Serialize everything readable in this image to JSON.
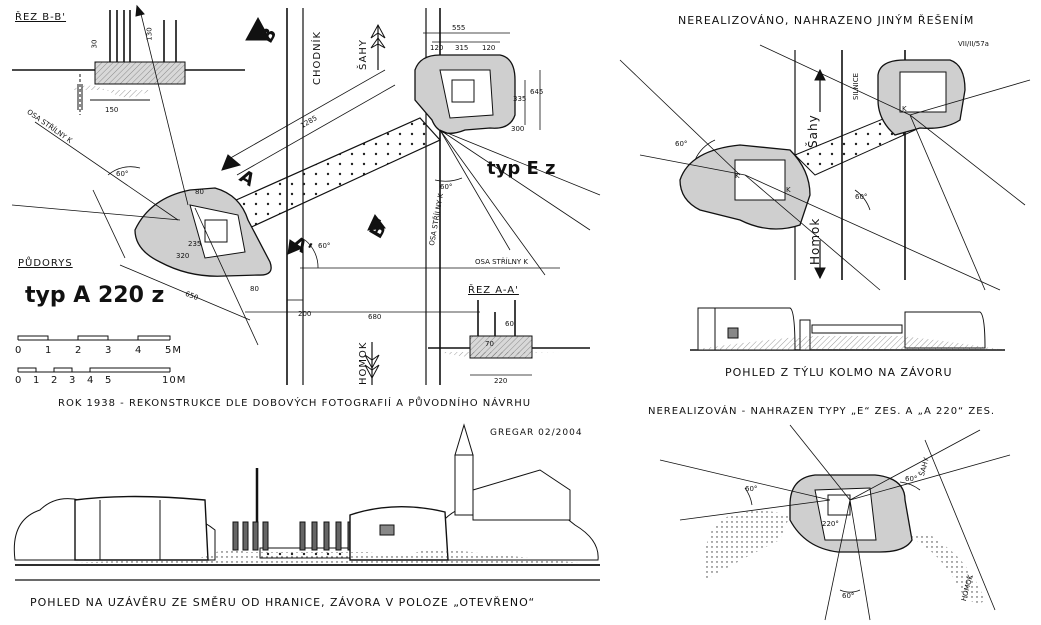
{
  "top_left": {
    "section_bb": "ŘEZ B-B'",
    "plan_label": "PŮDORYS",
    "type_a": "typ A 220 z",
    "type_e": "typ E z",
    "section_aa": "ŘEZ A-A'",
    "sidewalk": "CHODNÍK",
    "north_town": "ŠAHY",
    "south_town": "HOMOK",
    "axis_k1": "OSA STŘÍLNY K",
    "axis_k2": "OSA STŘÍLNY K",
    "axis_k3": "OSA STŘÍLNY K",
    "cut_a": "A",
    "cut_a2": "A'",
    "cut_b": "B",
    "cut_b2": "B'",
    "scale1": [
      "0",
      "1",
      "2",
      "3",
      "4",
      "5M"
    ],
    "scale2": [
      "0",
      "1",
      "2",
      "3",
      "4",
      "5",
      "10M"
    ],
    "dims": [
      "555",
      "120",
      "315",
      "120",
      "335",
      "645",
      "300",
      "1285",
      "80",
      "235",
      "320",
      "650",
      "80",
      "200",
      "680",
      "220",
      "60",
      "70",
      "150",
      "130",
      "30",
      "60°",
      "60°",
      "60°"
    ],
    "caption": "ROK 1938 - REKONSTRUKCE DLE DOBOVÝCH FOTOGRAFIÍ A PŮVODNÍHO NÁVRHU"
  },
  "top_right": {
    "title": "NEREALIZOVÁNO, NAHRAZENO JINÝM ŘEŠENÍM",
    "code": "VII/II/57a",
    "north_town": "Šahy",
    "south_town": "Homok",
    "road": "SILNICE",
    "k1": "K",
    "k2": "K",
    "k3": "K",
    "angle1": "60°",
    "angle2": "60°",
    "caption": "POHLED Z TÝLU KOLMO NA ZÁVORU"
  },
  "bottom_left": {
    "signature": "GREGAR 02/2004",
    "caption": "POHLED NA UZÁVĚRU ZE SMĚRU OD HRANICE, ZÁVORA V POLOZE „OTEVŘENO“"
  },
  "bottom_right": {
    "title": "NEREALIZOVÁN - NAHRAZEN TYPY „E“ ZES. A „A 220“ ZES.",
    "north_town": "ŠAHY",
    "south_town": "HOMOK",
    "angle1": "60°",
    "angle2": "60°",
    "angle3": "60°",
    "angle4": "220°"
  }
}
